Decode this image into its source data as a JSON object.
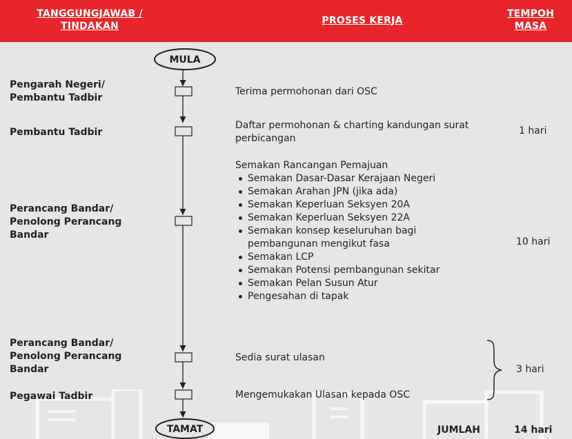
{
  "header": {
    "col_role": "TANGGUNGJAWAB / TINDAKAN",
    "col_process": "PROSES KERJA",
    "col_time": "TEMPOH MASA"
  },
  "flow": {
    "start": "MULA",
    "end": "TAMAT"
  },
  "steps": [
    {
      "role": "Pengarah Negeri/ Pembantu Tadbir",
      "process": "Terima permohonan dari OSC"
    },
    {
      "role": "Pembantu Tadbir",
      "process": "Daftar permohonan & charting kandungan surat perbicangan",
      "time": "1 hari"
    },
    {
      "role": "Perancang Bandar/ Penolong Perancang Bandar",
      "process": "Semakan Rancangan Pemajuan",
      "time": "10 hari",
      "checklist": [
        "Semakan Dasar-Dasar Kerajaan Negeri",
        "Semakan Arahan JPN (jika ada)",
        "Semakan Keperluan Seksyen 20A",
        "Semakan Keperluan Seksyen 22A",
        "Semakan konsep keseluruhan bagi pembangunan mengikut fasa",
        "Semakan LCP",
        "Semakan Potensi pembangunan sekitar",
        "Semakan Pelan Susun Atur",
        "Pengesahan di tapak"
      ]
    },
    {
      "role": "Perancang Bandar/ Penolong Perancang Bandar",
      "process": "Sedia surat ulasan"
    },
    {
      "role": "Pegawai Tadbir",
      "process": "Mengemukakan Ulasan kepada OSC"
    }
  ],
  "brace_time": "3 hari",
  "total": {
    "label": "JUMLAH",
    "value": "14 hari"
  }
}
